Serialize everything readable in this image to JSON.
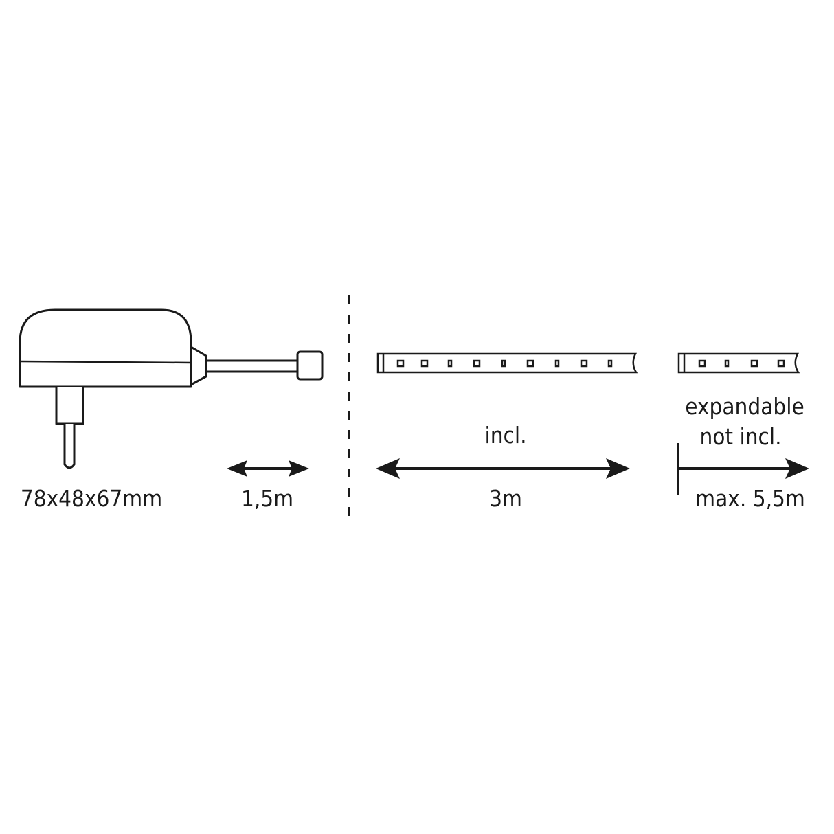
{
  "adapter": {
    "dimensions": "78x48x67mm"
  },
  "cable": {
    "length": "1,5m"
  },
  "strip_included": {
    "status": "incl.",
    "length": "3m"
  },
  "strip_expansion": {
    "line1": "expandable",
    "line2": "not incl.",
    "length": "max. 5,5m"
  },
  "colors": {
    "ink": "#1a1a1a",
    "background": "#ffffff"
  },
  "icons": [
    "power-adapter-icon",
    "plug-pin-icon",
    "connector-icon",
    "led-strip-icon",
    "double-arrow-icon",
    "arrow-right-icon"
  ]
}
